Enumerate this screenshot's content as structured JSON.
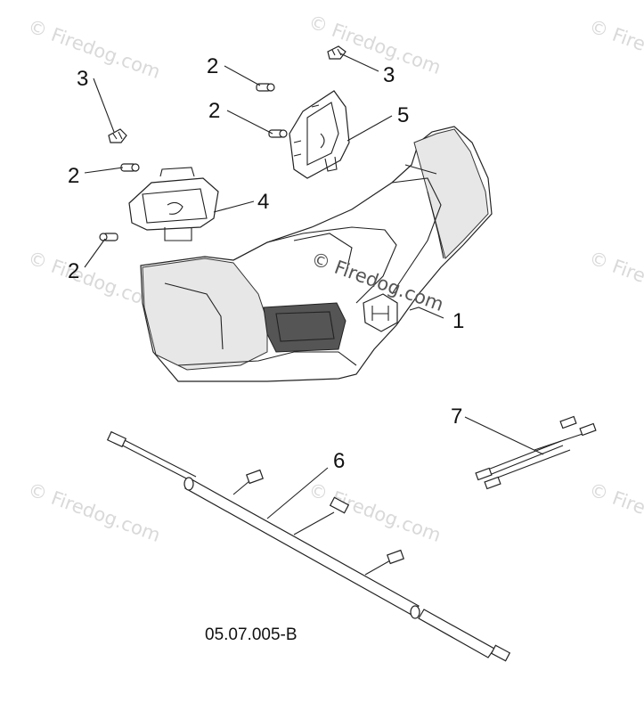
{
  "callouts": {
    "c1": "1",
    "c2a": "2",
    "c2b": "2",
    "c2c": "2",
    "c2d": "2",
    "c3a": "3",
    "c3b": "3",
    "c4": "4",
    "c5": "5",
    "c6": "6",
    "c7": "7"
  },
  "figure_code": "05.07.005-B",
  "watermark": {
    "text": "© Firedog.com",
    "center_text": "© Firedog.com"
  },
  "parts": [
    {
      "ref": "1",
      "icon": "handlebar-cover-icon"
    },
    {
      "ref": "2",
      "icon": "screw-icon"
    },
    {
      "ref": "3",
      "icon": "clip-icon"
    },
    {
      "ref": "4",
      "icon": "light-module-icon"
    },
    {
      "ref": "5",
      "icon": "light-module-icon"
    },
    {
      "ref": "6",
      "icon": "wiring-harness-icon"
    },
    {
      "ref": "7",
      "icon": "wiring-harness-icon"
    }
  ]
}
